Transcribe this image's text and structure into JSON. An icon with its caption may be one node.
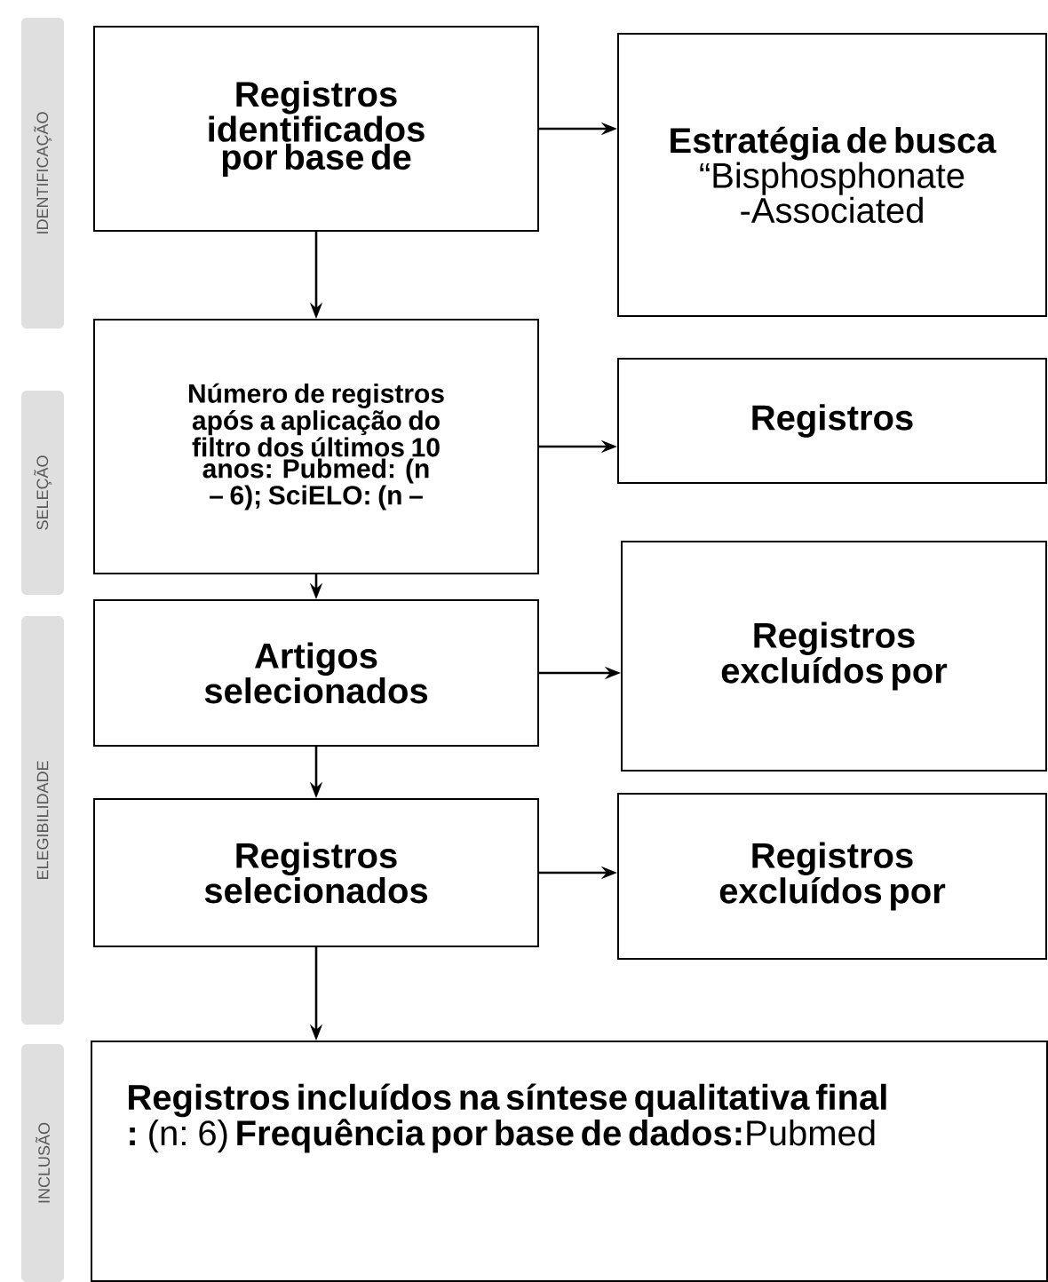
{
  "diagram": {
    "nodes": [
      {
        "text": [
          "IDENTIFICAÇÃO"
        ]
      },
      {
        "text": [
          "Registros identificados por base de"
        ]
      },
      {
        "text": [
          "Estratégia de busca",
          "“Bisphosphonate -Associated"
        ]
      },
      {
        "text": [
          "SELEÇÃO"
        ]
      },
      {
        "text": [
          "**Número de registros após a aplicação do filtro dos últimos 10 anos:** Pubmed: (n – 6); SciELO: (n –"
        ]
      },
      {
        "text": [
          "Registros"
        ]
      },
      {
        "text": [
          "ELEGIBILIDADE"
        ]
      },
      {
        "text": [
          "Artigos selecionados"
        ]
      },
      {
        "text": [
          "Registros excluídos por"
        ]
      },
      {
        "text": [
          "Registros selecionados"
        ]
      },
      {
        "text": [
          "Registros excluídos por"
        ]
      },
      {
        "text": [
          "INCLUSÃO"
        ]
      },
      {
        "text": [
          "**Registros incluídos na síntese qualitativa final :** (n: 6) **Frequência por base de dados:**Pubmed"
        ]
      }
    ],
    "edges": [
      {
        "from": 1,
        "to": 2,
        "arrow": "to"
      },
      {
        "from": 1,
        "to": 4,
        "arrow": "to"
      },
      {
        "from": 4,
        "to": 5,
        "arrow": "to"
      },
      {
        "from": 4,
        "to": 7,
        "arrow": "to"
      },
      {
        "from": 7,
        "to": 8,
        "arrow": "to"
      },
      {
        "from": 7,
        "to": 9,
        "arrow": "to"
      },
      {
        "from": 9,
        "to": 10,
        "arrow": "to"
      },
      {
        "from": 9,
        "to": 12,
        "arrow": "to"
      }
    ]
  }
}
